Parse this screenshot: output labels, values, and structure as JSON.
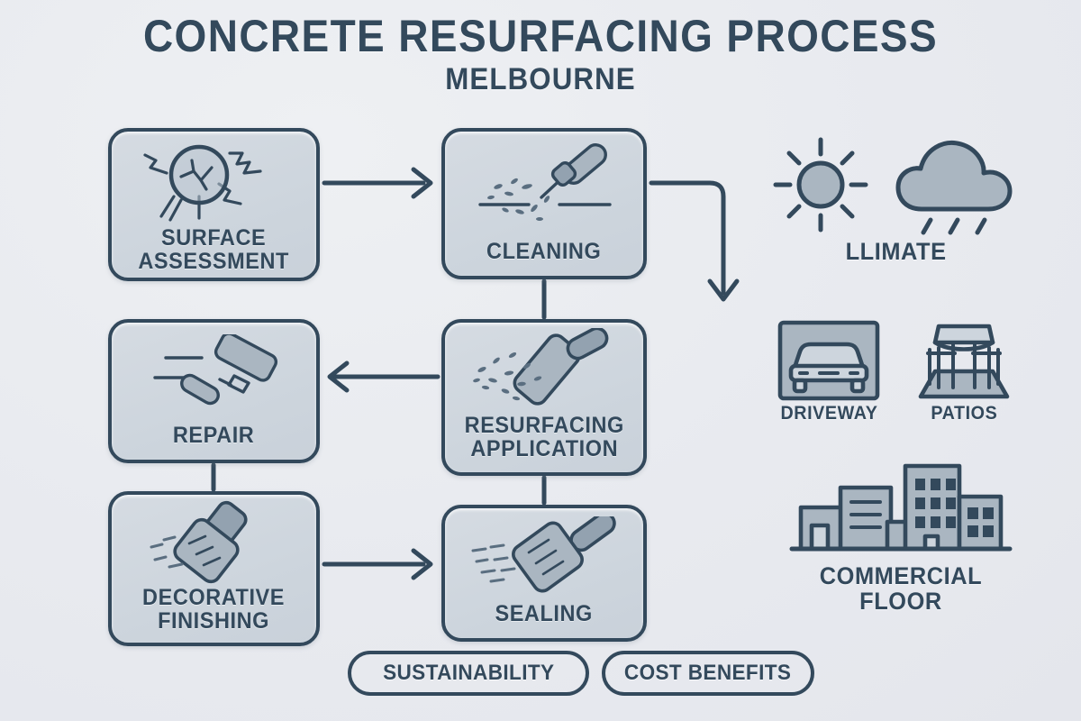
{
  "header": {
    "title": "CONCRETE RESURFACING PROCESS",
    "subtitle": "MELBOURNE"
  },
  "process_steps": [
    {
      "id": "surface-assessment",
      "label": "SURFACE\nASSESSMENT",
      "icon": "magnifier-crack-icon"
    },
    {
      "id": "cleaning",
      "label": "CLEANING",
      "icon": "pressure-washer-icon"
    },
    {
      "id": "repair",
      "label": "REPAIR",
      "icon": "paint-roller-icon"
    },
    {
      "id": "resurfacing",
      "label": "RESURFACING\nAPPLICATION",
      "icon": "trowel-spread-icon"
    },
    {
      "id": "decorative",
      "label": "DECORATIVE\nFINISHING",
      "icon": "texture-brush-icon"
    },
    {
      "id": "sealing",
      "label": "SEALING",
      "icon": "sealer-applicator-icon"
    }
  ],
  "badges": [
    {
      "id": "sustainability",
      "label": "SUSTAINABILITY"
    },
    {
      "id": "cost-benefits",
      "label": "COST BENEFITS"
    }
  ],
  "features": [
    {
      "id": "climate",
      "label": "LLIMATE",
      "icons": [
        "sun-icon",
        "rain-cloud-icon"
      ]
    },
    {
      "id": "driveway",
      "label": "DRIVEWAY",
      "icons": [
        "car-garage-icon"
      ]
    },
    {
      "id": "patios",
      "label": "PATIOS",
      "icons": [
        "patio-table-chairs-icon"
      ]
    },
    {
      "id": "commercial",
      "label": "COMMERCIAL\nFLOOR",
      "icons": [
        "city-buildings-icon"
      ]
    }
  ],
  "connectors": [
    {
      "id": "assessment-to-cleaning",
      "from": "surface-assessment",
      "to": "cleaning",
      "direction": "right"
    },
    {
      "id": "cleaning-to-climate",
      "from": "cleaning",
      "to": "climate",
      "direction": "down-elbow"
    },
    {
      "id": "cleaning-to-resurfacing",
      "from": "cleaning",
      "to": "resurfacing",
      "direction": "down"
    },
    {
      "id": "resurfacing-to-repair",
      "from": "resurfacing",
      "to": "repair",
      "direction": "left"
    },
    {
      "id": "repair-to-decorative",
      "from": "repair",
      "to": "decorative",
      "direction": "down"
    },
    {
      "id": "resurfacing-to-sealing",
      "from": "resurfacing",
      "to": "sealing",
      "direction": "down"
    },
    {
      "id": "decorative-to-sealing",
      "from": "decorative",
      "to": "sealing",
      "direction": "right"
    }
  ],
  "colors": {
    "background": "#eaebef",
    "ink": "#33495c",
    "box_fill": "#d1d8e0",
    "icon_fill": "#aab6c1"
  }
}
